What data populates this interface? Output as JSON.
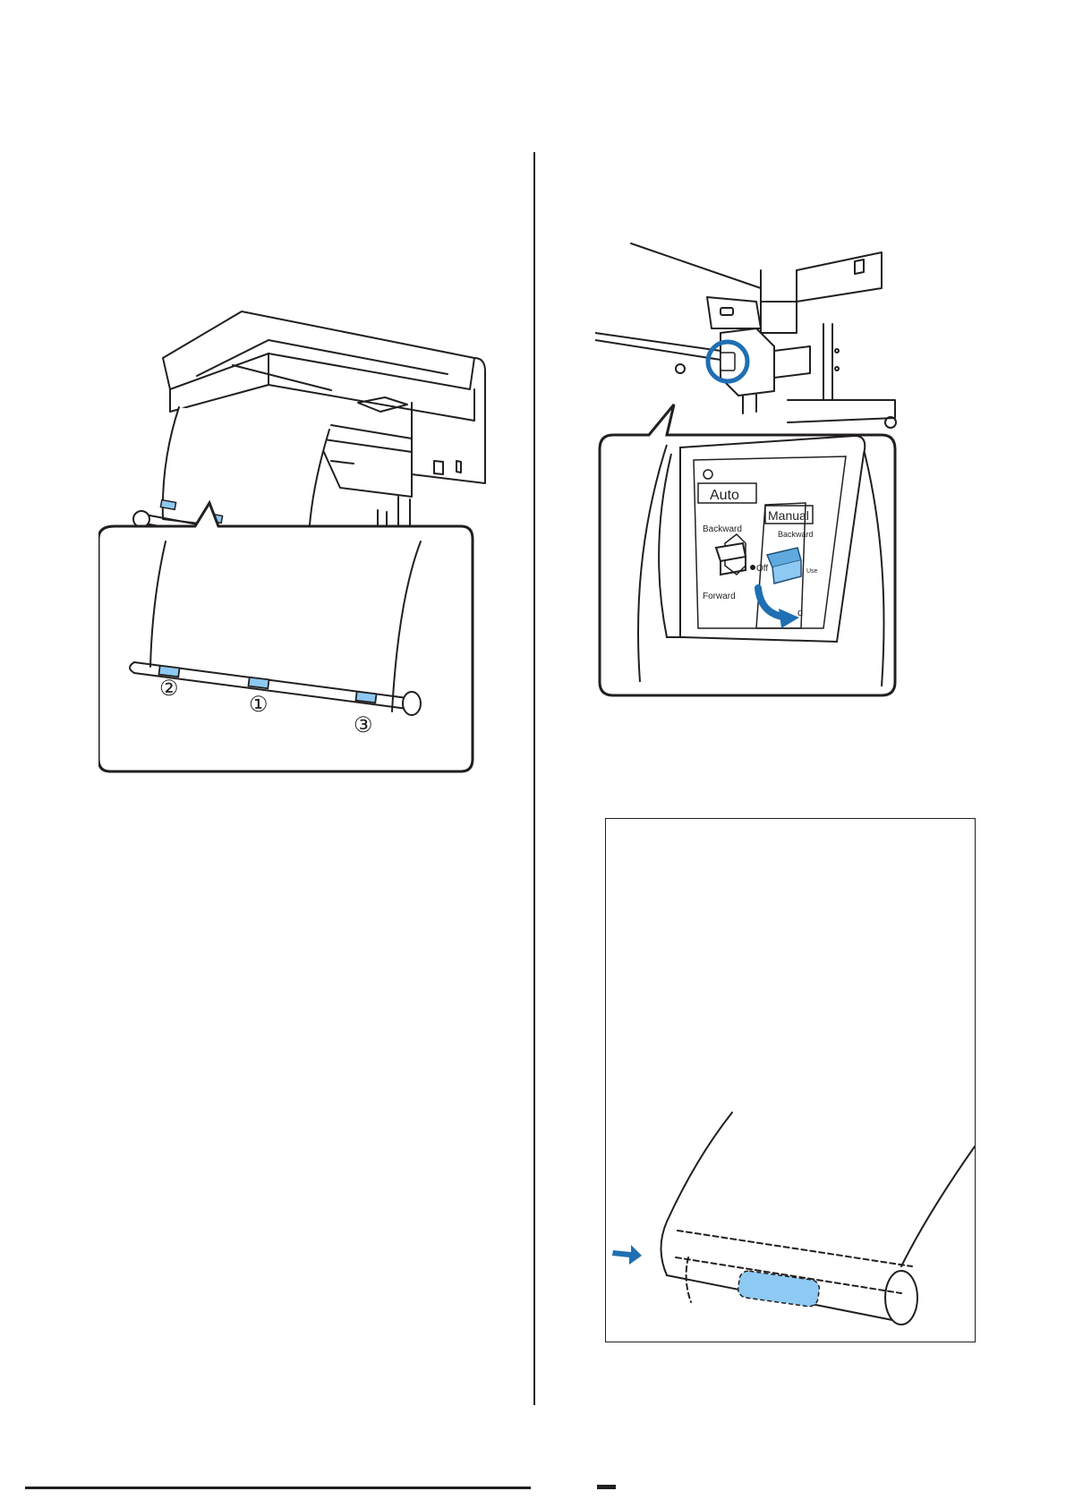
{
  "left_figure": {
    "callout_numbers": [
      "②",
      "①",
      "③"
    ]
  },
  "right_figure": {
    "panel": {
      "auto_label": "Auto",
      "manual_label": "Manual",
      "backward_auto": "Backward",
      "forward_auto": "Forward",
      "off_label": "Off",
      "backward_manual": "Backward",
      "side_text": "Use",
      "partial_forward": "d"
    }
  },
  "colors": {
    "line": "#231f20",
    "highlight_blue": "#8dc9f2",
    "accent_blue": "#1f6fb2",
    "switch_blue": "#5ea9dd"
  },
  "icons": [
    "curved-arrow-down-icon",
    "right-arrow-icon",
    "roll-icon"
  ]
}
